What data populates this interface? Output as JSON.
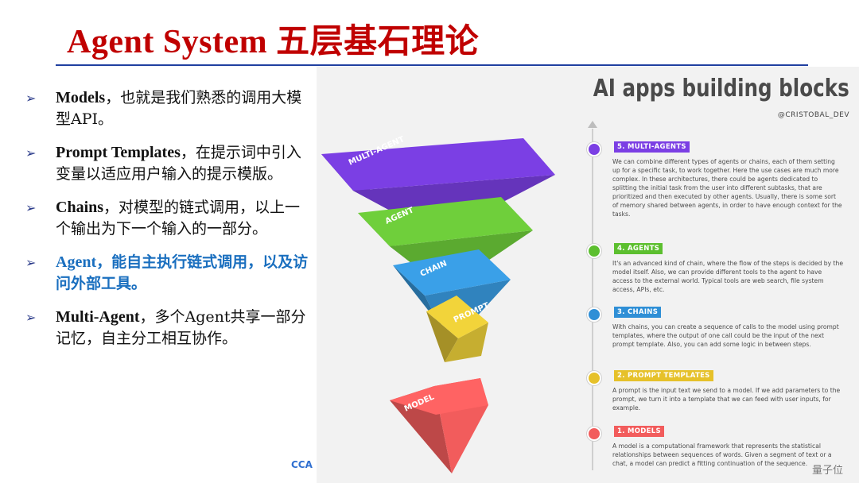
{
  "slide": {
    "title": "Agent System 五层基石理论",
    "footer_logo": "CCA"
  },
  "bullets": [
    {
      "term": "Models",
      "text": "，也就是我们熟悉的调用大模型API。",
      "highlight": false
    },
    {
      "term": "Prompt Templates",
      "text": "，在提示词中引入变量以适应用户输入的提示模版。",
      "highlight": false
    },
    {
      "term": "Chains",
      "text": "，对模型的链式调用，以上一个输出为下一个输入的一部分。",
      "highlight": false
    },
    {
      "term": "Agent",
      "text": "，能自主执行链式调用，以及访问外部工具。",
      "highlight": true
    },
    {
      "term": "Multi-Agent",
      "text": "，多个Agent共享一部分记忆，自主分工相互协作。",
      "highlight": false
    }
  ],
  "infographic": {
    "title": "AI apps building blocks",
    "handle": "@CRISTOBAL_DEV",
    "layers": [
      {
        "label": "MULTI-AGENT",
        "color": "#7b3fe4"
      },
      {
        "label": "AGENT",
        "color": "#6fcf3b"
      },
      {
        "label": "CHAIN",
        "color": "#3aa0e8"
      },
      {
        "label": "PROMPT",
        "color": "#f2d43a"
      },
      {
        "label": "MODEL",
        "color": "#f25c5c"
      }
    ],
    "steps": [
      {
        "tag": "5. MULTI-AGENTS",
        "color": "#7b3fe4",
        "text": "We can combine different types of agents or chains, each of them setting up for a specific task, to work together. Here the use cases are much more complex. In these architectures, there could be agents dedicated to splitting the initial task from the user into different subtasks, that are prioritized and then executed by other agents. Usually, there is some sort of memory shared between agents, in order to have enough context for the tasks."
      },
      {
        "tag": "4. AGENTS",
        "color": "#5cbf2f",
        "text": "It's an advanced kind of chain, where the flow of the steps is decided by the model itself. Also, we can provide different tools to the agent to have access to the external world. Typical tools are web search, file system access, APIs, etc."
      },
      {
        "tag": "3. CHAINS",
        "color": "#2f8fd6",
        "text": "With chains, you can create a sequence of calls to the model using prompt templates, where the output of one call could be the input of the next prompt template. Also, you can add some logic in between steps."
      },
      {
        "tag": "2. PROMPT TEMPLATES",
        "color": "#e6c12a",
        "text": "A prompt is the input text we send to a model. If we add parameters to the prompt, we turn it into a template that we can feed with user inputs, for example."
      },
      {
        "tag": "1. MODELS",
        "color": "#f25c5c",
        "text": "A model is a computational framework that represents the statistical relationships between sequences of words. Given a segment of text or a chat, a model can predict a fitting continuation of the sequence."
      }
    ],
    "watermark": "量子位"
  }
}
